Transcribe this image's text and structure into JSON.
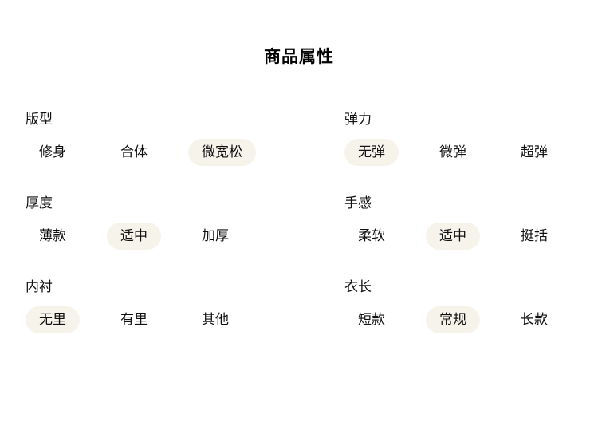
{
  "page": {
    "title": "商品属性"
  },
  "colors": {
    "background": "#ffffff",
    "text": "#111111",
    "selected_pill_bg": "#f6f3eb"
  },
  "groups": [
    {
      "label": "版型",
      "options": [
        {
          "label": "修身",
          "selected": false
        },
        {
          "label": "合体",
          "selected": false
        },
        {
          "label": "微宽松",
          "selected": true
        }
      ]
    },
    {
      "label": "弹力",
      "options": [
        {
          "label": "无弹",
          "selected": true
        },
        {
          "label": "微弹",
          "selected": false
        },
        {
          "label": "超弹",
          "selected": false
        }
      ]
    },
    {
      "label": "厚度",
      "options": [
        {
          "label": "薄款",
          "selected": false
        },
        {
          "label": "适中",
          "selected": true
        },
        {
          "label": "加厚",
          "selected": false
        }
      ]
    },
    {
      "label": "手感",
      "options": [
        {
          "label": "柔软",
          "selected": false
        },
        {
          "label": "适中",
          "selected": true
        },
        {
          "label": "挺括",
          "selected": false
        }
      ]
    },
    {
      "label": "内衬",
      "options": [
        {
          "label": "无里",
          "selected": true
        },
        {
          "label": "有里",
          "selected": false
        },
        {
          "label": "其他",
          "selected": false
        }
      ]
    },
    {
      "label": "衣长",
      "options": [
        {
          "label": "短款",
          "selected": false
        },
        {
          "label": "常规",
          "selected": true
        },
        {
          "label": "长款",
          "selected": false
        }
      ]
    }
  ]
}
